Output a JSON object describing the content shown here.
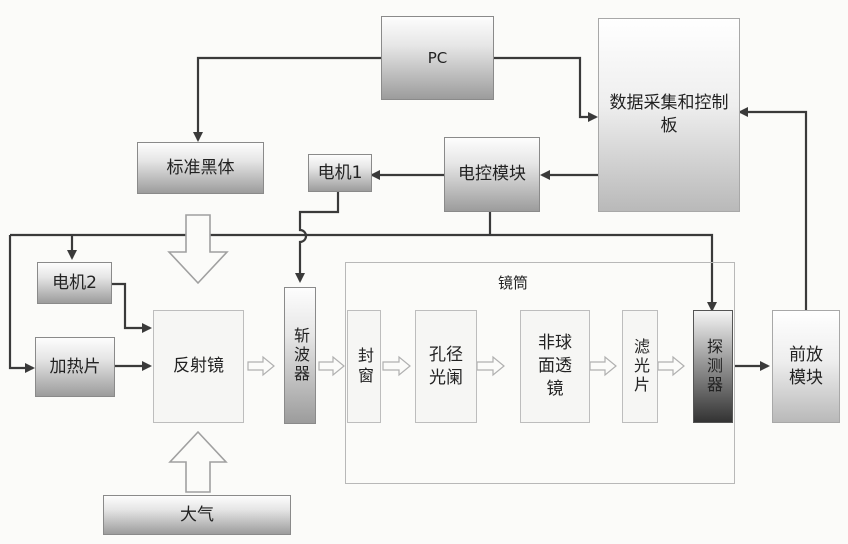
{
  "blocks": {
    "pc": "PC",
    "daq": "数据采集和控制板",
    "blackbody": "标准黑体",
    "motor1": "电机1",
    "ecm": "电控模块",
    "motor2": "电机2",
    "heater": "加热片",
    "reflector": "反射镜",
    "chopper": "斩波器",
    "window": "封窗",
    "aperture": "孔径光阑",
    "asphere": "非球面透镜",
    "filter": "滤光片",
    "detector": "探测器",
    "preamp": "前放模块",
    "atmosphere": "大气"
  },
  "tube_label": "镜筒",
  "colors": {
    "line": "#3a3a3a",
    "hollow_arrow": "#a0a0a0"
  }
}
